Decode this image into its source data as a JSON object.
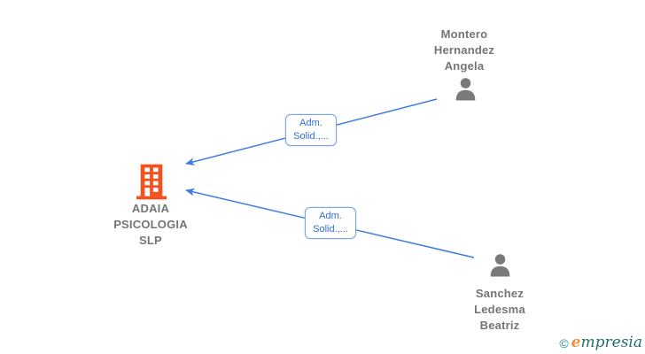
{
  "company": {
    "name_lines": [
      "ADAIA",
      "PSICOLOGIA",
      "SLP"
    ],
    "icon": "building-icon",
    "icon_color": "#f4511e",
    "label_color": "#757575"
  },
  "persons": [
    {
      "name_lines": [
        "Montero",
        "Hernandez",
        "Angela"
      ],
      "icon": "person-icon"
    },
    {
      "name_lines": [
        "Sanchez",
        "Ledesma",
        "Beatriz"
      ],
      "icon": "person-icon"
    }
  ],
  "edges": [
    {
      "from": "Montero Hernandez Angela",
      "to": "ADAIA PSICOLOGIA SLP",
      "label_lines": [
        "Adm.",
        "Solid.,..."
      ]
    },
    {
      "from": "Sanchez Ledesma Beatriz",
      "to": "ADAIA PSICOLOGIA SLP",
      "label_lines": [
        "Adm.",
        "Solid.,..."
      ]
    }
  ],
  "watermark": {
    "copyright_symbol": "©",
    "brand_initial": "e",
    "brand_rest": "mpresia"
  },
  "colors": {
    "edge": "#3e7ddf",
    "edge_label_border": "#7ba3e6",
    "edge_label_text": "#2f6cd8",
    "node_text": "#757575",
    "person_icon": "#7a7a7a",
    "building_icon": "#f4511e",
    "watermark_teal": "#2a8a8e",
    "watermark_orange": "#ee8f3e",
    "background": "#ffffff"
  }
}
